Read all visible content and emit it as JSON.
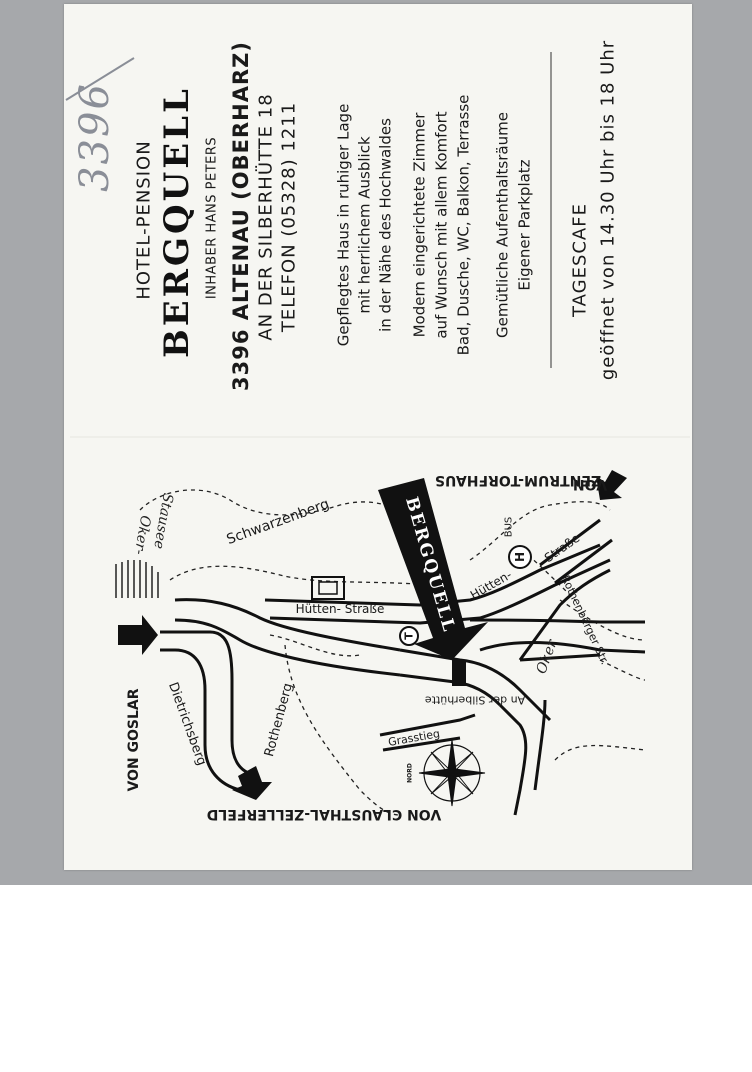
{
  "pencil_note": "3396",
  "header": {
    "line1": "HOTEL-PENSION",
    "brand": "BERGQUELL",
    "owner": "INHABER HANS PETERS",
    "city": "3396 ALTENAU (OBERHARZ)",
    "street": "AN DER SILBERHÜTTE 18",
    "phone": "TELEFON (05328) 1211"
  },
  "features": [
    [
      "Gepflegtes Haus in ruhiger Lage",
      "mit herrlichem Ausblick",
      "in der Nähe des Hochwaldes"
    ],
    [
      "Modern eingerichtete Zimmer",
      "auf Wunsch mit allem Komfort",
      "Bad, Dusche, WC, Balkon, Terrasse"
    ],
    [
      "Gemütliche Aufenthaltsräume",
      "Eigener Parkplatz"
    ]
  ],
  "cafe": {
    "title": "TAGESCAFE",
    "hours": "geöffnet von 14.30 Uhr bis 18 Uhr"
  },
  "map": {
    "from_clausthal": "VON CLAUSTHAL-ZELLERFELD",
    "from_goslar": "VON GOSLAR",
    "from_zentrum_1": "VON",
    "from_zentrum_2": "ZENTRUM-TORFHAUS",
    "arrow_label": "BERGQUELL",
    "schwarzenberg": "Schwarzenberg",
    "oker_stausee_1": "Oker-",
    "oker_stausee_2": "Stausee",
    "oker": "Oker",
    "dietrichsberg": "Dietrichsberg",
    "rothenberg": "Rothenberg",
    "huetten_strasse": "Hütten- Straße",
    "huetten_strasse_2a": "Hütten-",
    "huetten_strasse_2b": "Straße",
    "rothenberger_str": "Rothenberger Str.",
    "silberhuette": "An der Silberhütte",
    "grassteig": "Grasstieg",
    "bus": "BUS",
    "h_stop": "H",
    "t_station": "T",
    "nord": "NORD"
  }
}
